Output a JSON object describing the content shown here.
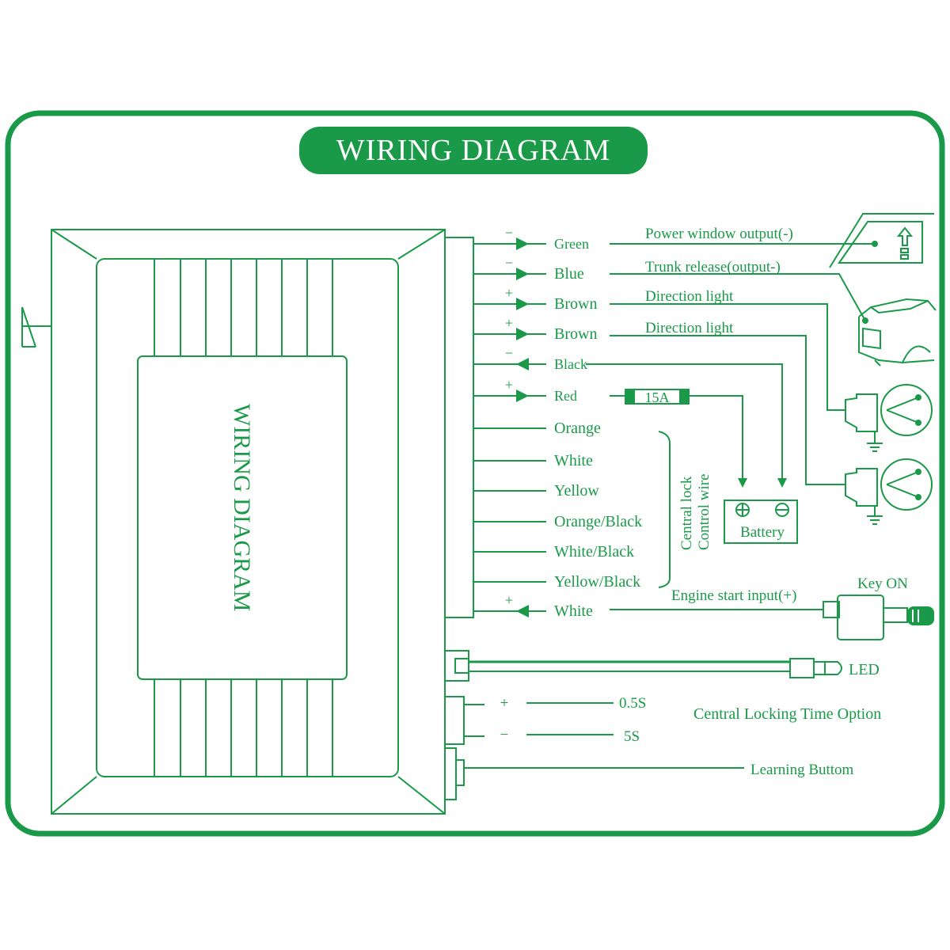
{
  "title": "WIRING DIAGRAM",
  "unit_label": "WIRING DIAGRAM",
  "colors": {
    "green": "#1a9a48",
    "background": "#ffffff"
  },
  "wires": [
    {
      "sign": "−",
      "direction": "out",
      "color": "Green"
    },
    {
      "sign": "−",
      "direction": "out",
      "color": "Blue"
    },
    {
      "sign": "+",
      "direction": "out",
      "color": "Brown"
    },
    {
      "sign": "+",
      "direction": "out",
      "color": "Brown"
    },
    {
      "sign": "−",
      "direction": "in",
      "color": "Black"
    },
    {
      "sign": "+",
      "direction": "out",
      "color": "Red"
    },
    {
      "sign": "",
      "direction": "none",
      "color": "Orange"
    },
    {
      "sign": "",
      "direction": "none",
      "color": "White"
    },
    {
      "sign": "",
      "direction": "none",
      "color": "Yellow"
    },
    {
      "sign": "",
      "direction": "none",
      "color": "Orange/Black"
    },
    {
      "sign": "",
      "direction": "none",
      "color": "White/Black"
    },
    {
      "sign": "",
      "direction": "none",
      "color": "Yellow/Black"
    },
    {
      "sign": "+",
      "direction": "in",
      "color": "White"
    }
  ],
  "connections": {
    "power_window": "Power window output(-)",
    "trunk_release": "Trunk release(output-)",
    "direction_light_1": "Direction light",
    "direction_light_2": "Direction light",
    "fuse": "15A",
    "battery": "Battery",
    "central_lock_line1": "Central lock",
    "central_lock_line2": "Control wire",
    "engine_start": "Engine start input(+)",
    "key_on": "Key ON",
    "led": "LED",
    "time_option": "Central Locking Time Option",
    "time_plus_sign": "+",
    "time_minus_sign": "−",
    "time_plus_value": "0.5S",
    "time_minus_value": "5S",
    "learning_button": "Learning Buttom"
  },
  "icons": {
    "antenna": "antenna-icon",
    "window": "power-window-icon",
    "car": "car-trunk-icon",
    "bulb": "direction-bulb-icon",
    "ground": "ground-icon",
    "fuse": "fuse-icon",
    "battery": "battery-icon",
    "key": "ignition-key-icon",
    "led": "led-icon"
  }
}
